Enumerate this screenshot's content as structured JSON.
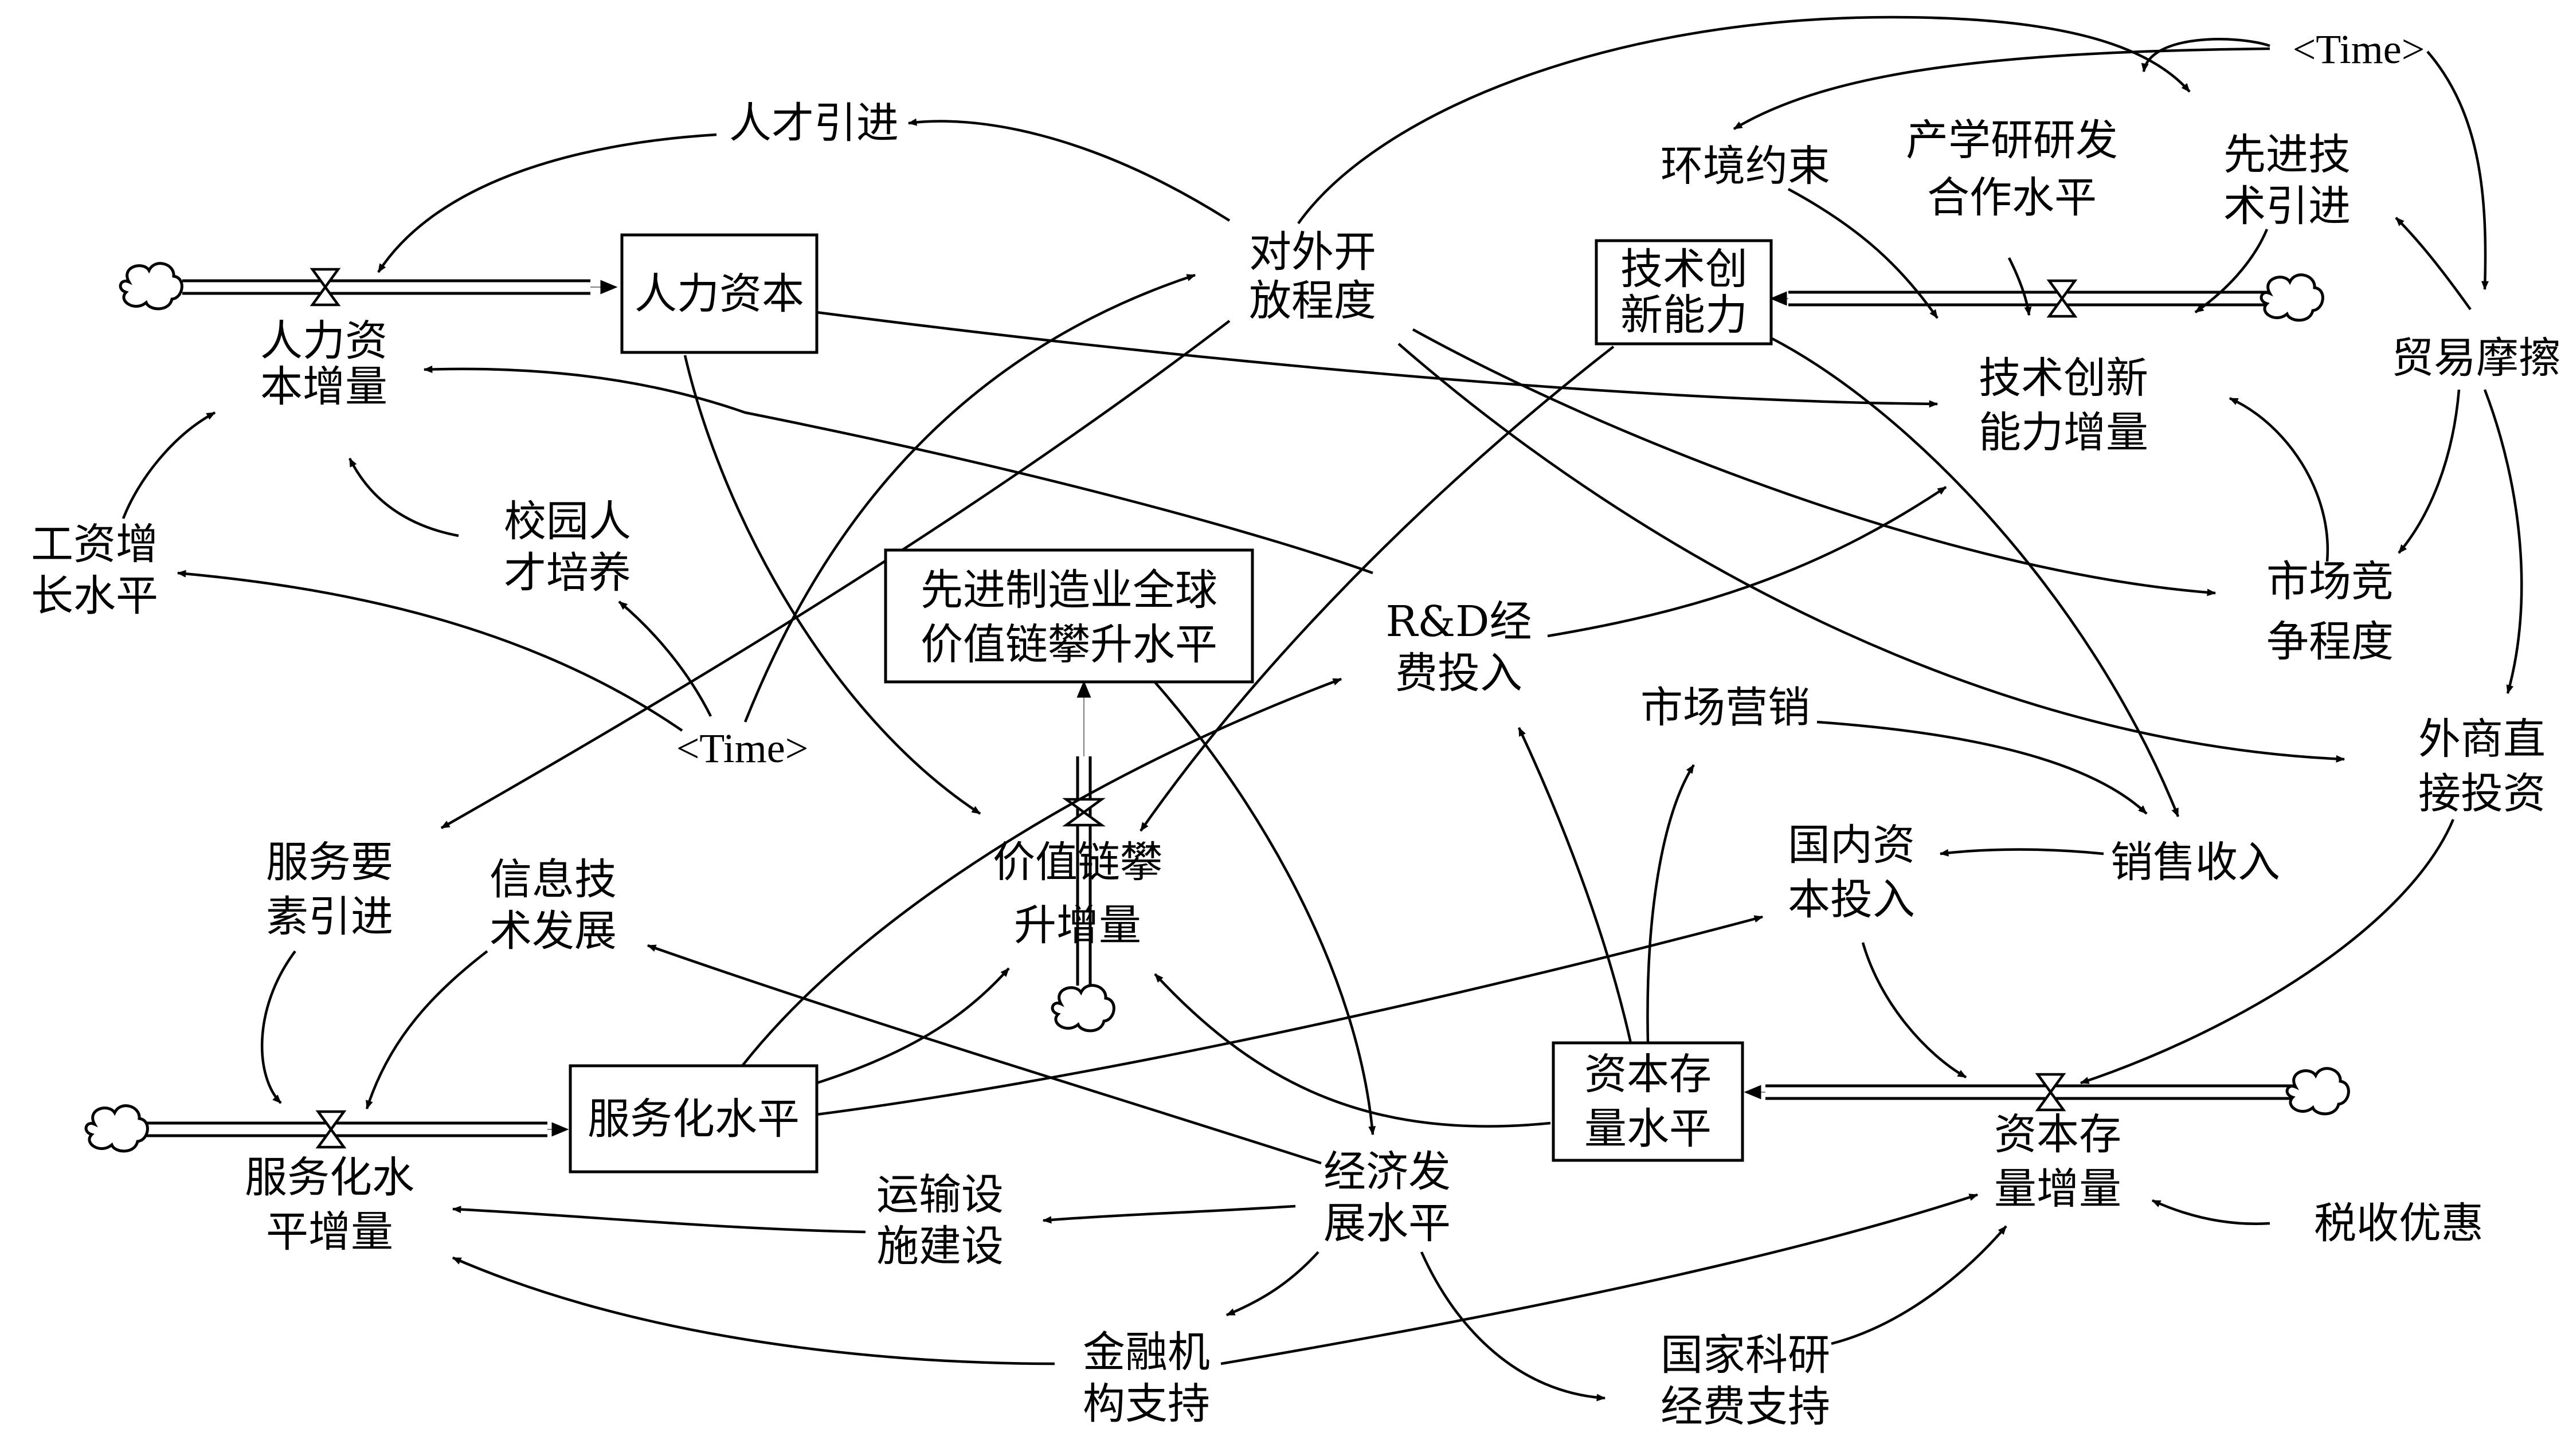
{
  "diagram": {
    "type": "system-dynamics stock-flow diagram",
    "stocks": {
      "human_capital": "人力资本",
      "tech_ability": [
        "技术创",
        "新能力"
      ],
      "value_chain": [
        "先进制造业全球",
        "价值链攀升水平"
      ],
      "servitization": "服务化水平",
      "capital_stock": [
        "资本存",
        "量水平"
      ]
    },
    "flows": {
      "human_capital_inc": [
        "人力资",
        "本增量"
      ],
      "tech_ability_inc": [
        "技术创新",
        "能力增量"
      ],
      "value_chain_inc": [
        "价值链攀",
        "升增量"
      ],
      "servitization_inc": [
        "服务化水",
        "平增量"
      ],
      "capital_stock_inc": [
        "资本存",
        "量增量"
      ]
    },
    "variables": {
      "talent_intro": "人才引进",
      "openness": [
        "对外开",
        "放程度"
      ],
      "wage_growth": [
        "工资增",
        "长水平"
      ],
      "campus_talent": [
        "校园人",
        "才培养"
      ],
      "time_1": "<Time>",
      "time_2": "<Time>",
      "env_constraint": "环境约束",
      "iur_cooperation": [
        "产学研研发",
        "合作水平"
      ],
      "adv_tech_intro": [
        "先进技",
        "术引进"
      ],
      "trade_friction": "贸易摩擦",
      "market_competition": [
        "市场竞",
        "争程度"
      ],
      "rd_investment": [
        "R&D经",
        "费投入"
      ],
      "marketing": "市场营销",
      "fdi": [
        "外商直",
        "接投资"
      ],
      "domestic_capital": [
        "国内资",
        "本投入"
      ],
      "sales_revenue": "销售收入",
      "service_factor_intro": [
        "服务要",
        "素引进"
      ],
      "it_development": [
        "信息技",
        "术发展"
      ],
      "economic_level": [
        "经济发",
        "展水平"
      ],
      "transport": [
        "运输设",
        "施建设"
      ],
      "financial_support": [
        "金融机",
        "构支持"
      ],
      "national_research_fund": [
        "国家科研",
        "经费支持"
      ],
      "tax_incentive": "税收优惠"
    }
  }
}
